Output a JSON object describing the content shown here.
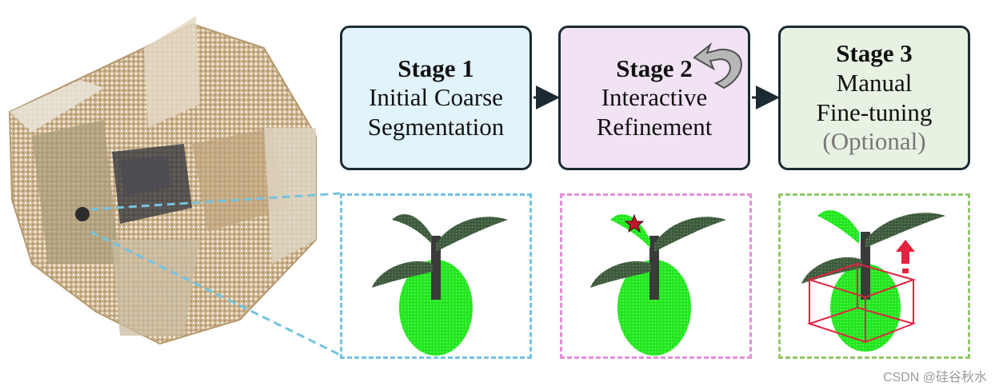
{
  "stages": [
    {
      "title": "Stage 1",
      "lines": [
        "Initial Coarse",
        "Segmentation"
      ],
      "optional": "",
      "fill": "#e1f3fb"
    },
    {
      "title": "Stage 2",
      "lines": [
        "Interactive",
        "Refinement"
      ],
      "optional": "",
      "fill": "#f1e3f4"
    },
    {
      "title": "Stage 3",
      "lines": [
        "Manual",
        "Fine-tuning"
      ],
      "optional": "(Optional)",
      "fill": "#e7f2e2"
    }
  ],
  "colors": {
    "box_border": "#1c2a33",
    "optional_text": "#777777",
    "panel1_dash": "#74c3de",
    "panel2_dash": "#e48fd8",
    "panel3_dash": "#93c76a",
    "segmented_green": "#22e61e",
    "leaf_green": "#3d5a3c",
    "bbox_red": "#e2233f",
    "click_star": "#c2182c",
    "room_tone": "#c7b18b"
  },
  "watermark": "CSDN @硅谷秋水"
}
